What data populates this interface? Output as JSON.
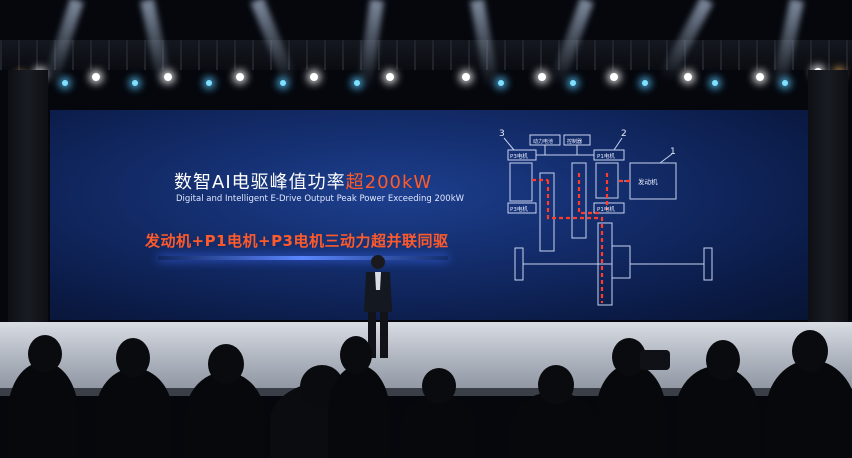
{
  "slide": {
    "title_prefix": "数智AI电驱峰值功率",
    "title_accent": "超200kW",
    "subtitle": "Digital and Intelligent E-Drive Output Peak Power Exceeding 200kW",
    "tagline": "发动机+P1电机+P3电机三动力超并联同驱"
  },
  "diagram": {
    "callout_1": "1",
    "callout_2": "2",
    "callout_3": "3",
    "label_p3_top": "P3电机",
    "label_p1_top": "P1电机",
    "label_p3_bottom": "P3电机",
    "label_p1_bottom": "P1电机",
    "label_battery": "动力电池",
    "label_controller": "控制器",
    "label_engine": "发动机"
  },
  "colors": {
    "accent": "#ff5a2a",
    "screen": "#122a66",
    "flow": "#ff3b2a"
  }
}
